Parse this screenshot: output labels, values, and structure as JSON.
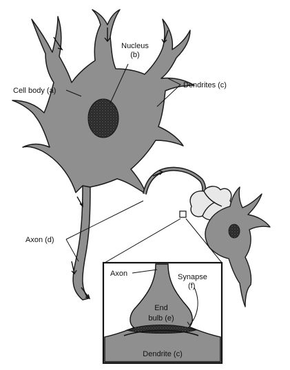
{
  "labels": {
    "nucleus": "Nucleus",
    "nucleus_letter": "(b)",
    "cell_body": "Cell body (a)",
    "dendrites": "Dendrites (c)",
    "axon_main": "Axon (d)",
    "inset_axon": "Axon",
    "synapse": "Synapse",
    "synapse_letter": "(f)",
    "end": "End",
    "bulb": "bulb (e)",
    "inset_dendrite": "Dendrite (c)"
  },
  "colors": {
    "cell_fill": "#8f8f8f",
    "cell_stroke": "#1a1a1a",
    "inset_border": "#111111",
    "inset_background": "#ffffff",
    "vesicle_band": "#262626"
  }
}
